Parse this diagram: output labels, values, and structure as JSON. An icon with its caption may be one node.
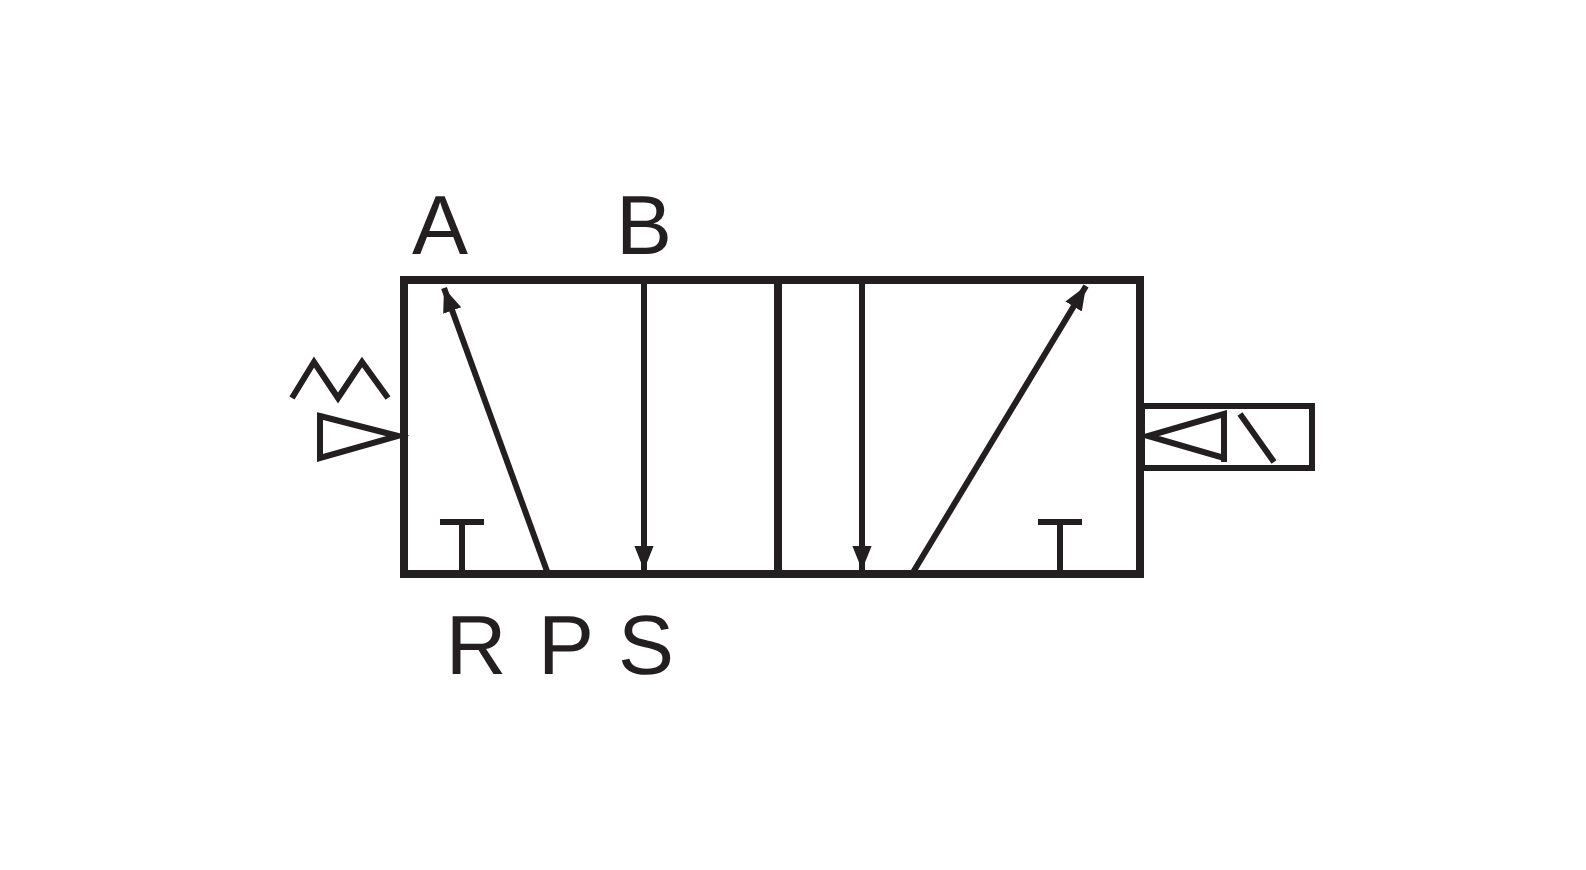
{
  "diagram": {
    "labels": [
      "A",
      "B",
      "R",
      "P",
      "S"
    ]
  }
}
